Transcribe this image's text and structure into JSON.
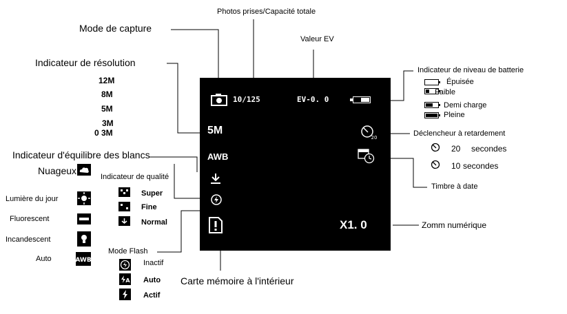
{
  "labels": {
    "capture_mode": "Mode de capture",
    "photos": "Photos prises/Capacité totale",
    "ev_value": "Valeur EV",
    "resolution": "Indicateur de résolution",
    "battery": "Indicateur de niveau de batterie",
    "self_timer": "Déclencheur à retardement",
    "date_stamp": "Timbre à date",
    "digital_zoom": "Zomm numérique",
    "white_balance": "Indicateur d'équilibre des blancs",
    "quality": "Indicateur de qualité",
    "flash_mode": "Mode Flash",
    "memory_card": "Carte mémoire à l'intérieur"
  },
  "resolution_options": [
    "12M",
    "8M",
    "5M",
    "3M",
    "0 3M"
  ],
  "battery_levels": [
    "Épuisée",
    "Faible",
    "Demi charge",
    "Pleine"
  ],
  "timer_options": [
    {
      "value": "20",
      "unit": "secondes"
    },
    {
      "value": "10",
      "unit": "secondes"
    }
  ],
  "white_balance_options": [
    "Nuageux",
    "Lumière du jour",
    "Fluorescent",
    "Incandescent",
    "Auto"
  ],
  "quality_options": [
    "Super",
    "Fine",
    "Normal"
  ],
  "flash_options": [
    "Inactif",
    "Auto",
    "Actif"
  ],
  "screen": {
    "count": "10/125",
    "ev": "EV-0. 0",
    "resolution": "5M",
    "wb": "AWB",
    "zoom": "X1. 0",
    "timer_number": "20"
  },
  "icons": {
    "camera": "camera-icon",
    "battery": "battery-icon",
    "timer": "self-timer-icon",
    "date": "date-stamp-icon",
    "quality": "quality-icon",
    "flash": "flash-off-icon",
    "card": "memory-card-icon"
  }
}
